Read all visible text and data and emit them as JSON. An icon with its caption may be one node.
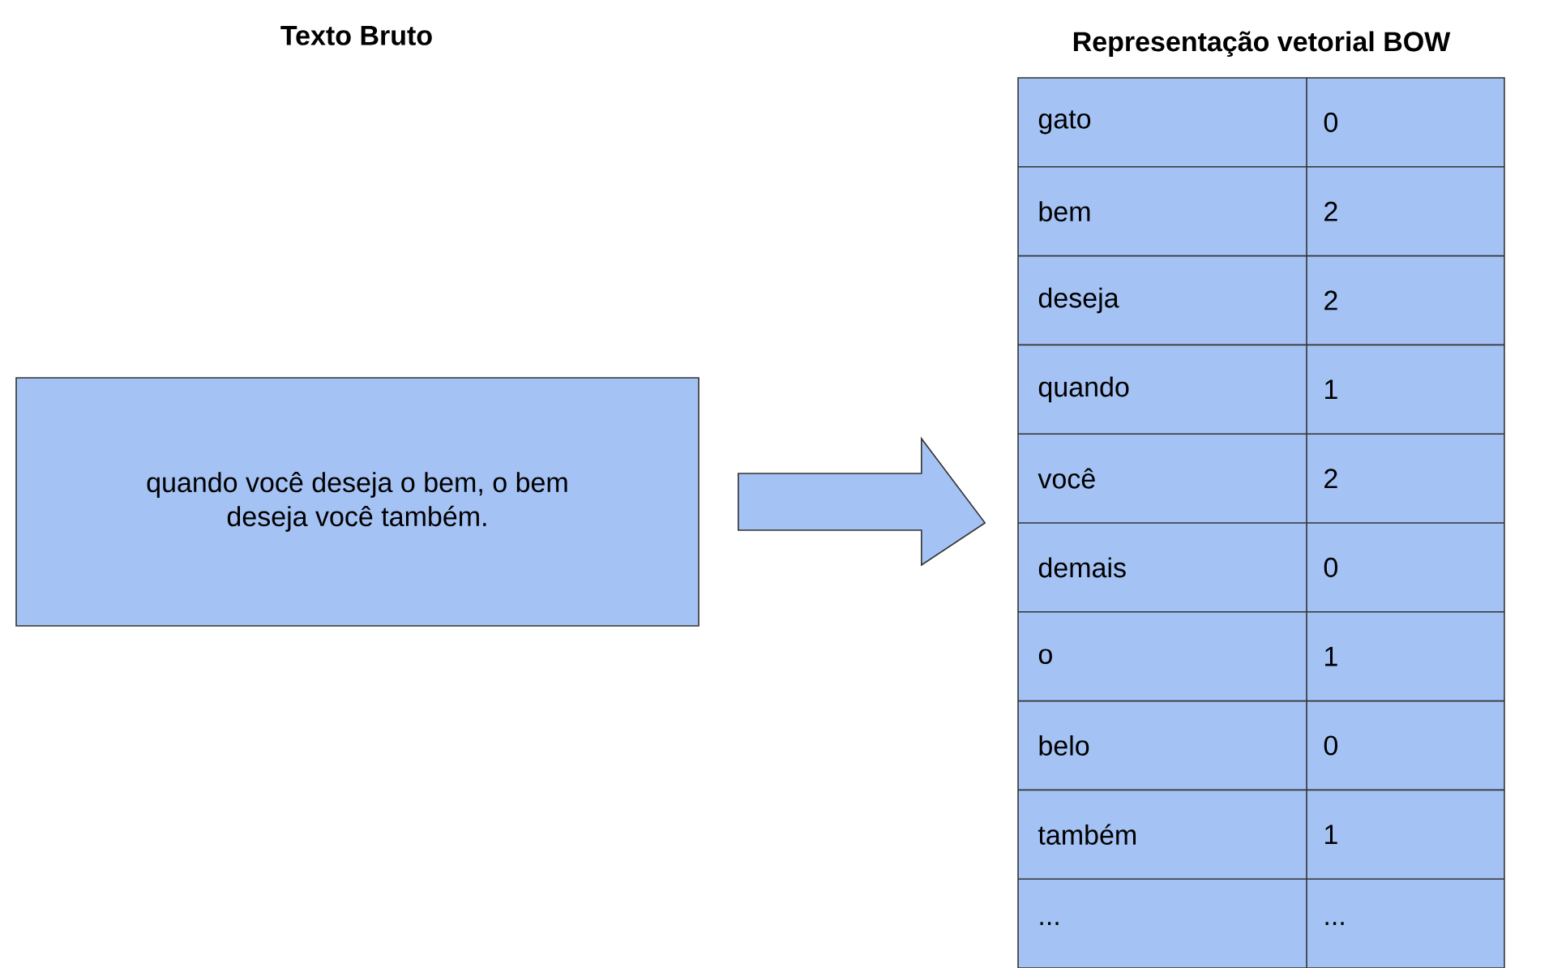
{
  "diagram": {
    "nodes": [
      {
        "text": [
          "quando você deseja o bem, o bem deseja você também."
        ]
      },
      {
        "text": [
          "Representação vetorial BOW"
        ]
      }
    ],
    "edges": [
      {
        "from": 0,
        "to": 1,
        "arrow": "to"
      }
    ],
    "labels": [
      "Texto Bruto",
      "gato",
      "0",
      "bem",
      "2",
      "deseja",
      "2",
      "quando",
      "1",
      "você",
      "2",
      "demais",
      "0",
      "o",
      "1",
      "belo",
      "0",
      "também",
      "1",
      "...",
      "..."
    ]
  }
}
